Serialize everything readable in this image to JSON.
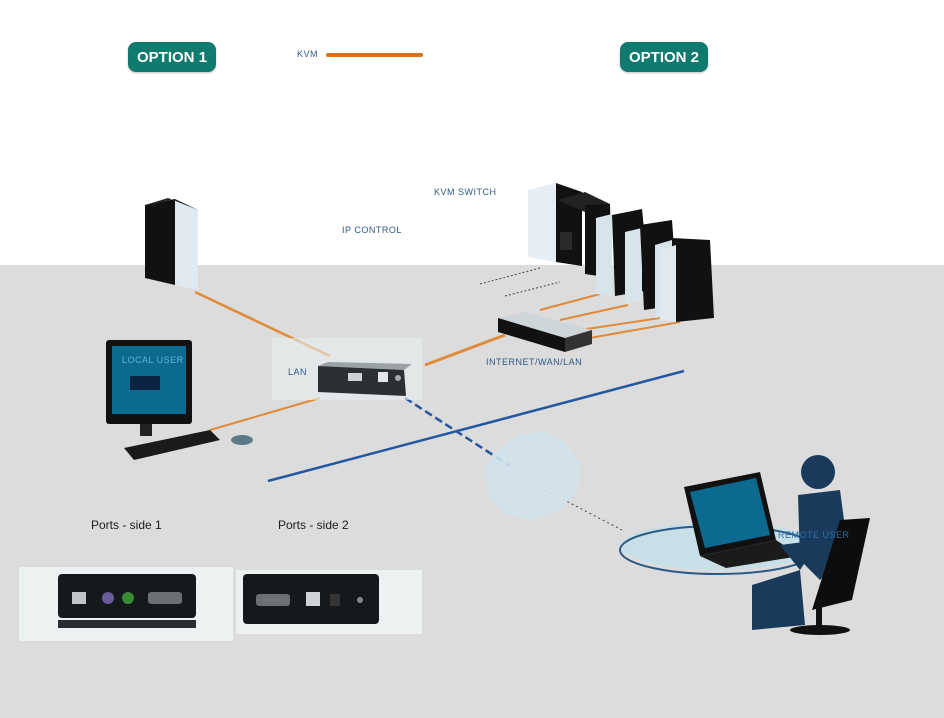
{
  "header": {
    "option1": "OPTION 1",
    "option2": "OPTION 2",
    "legend_label": "KVM"
  },
  "labels": {
    "kvm_switch": "KVM SWITCH",
    "ip_control": "IP CONTROL",
    "lan": "LAN",
    "internet": "INTERNET/WAN/LAN",
    "local_user": "LOCAL USER",
    "remote_user": "REMOTE USER"
  },
  "captions": {
    "ports_side1": "Ports - side 1",
    "ports_side2": "Ports - side 2"
  },
  "colors": {
    "teal": "#0f7a6e",
    "orange": "#d9711a",
    "blue": "#2457a0",
    "floor": "#dcdcdc"
  }
}
